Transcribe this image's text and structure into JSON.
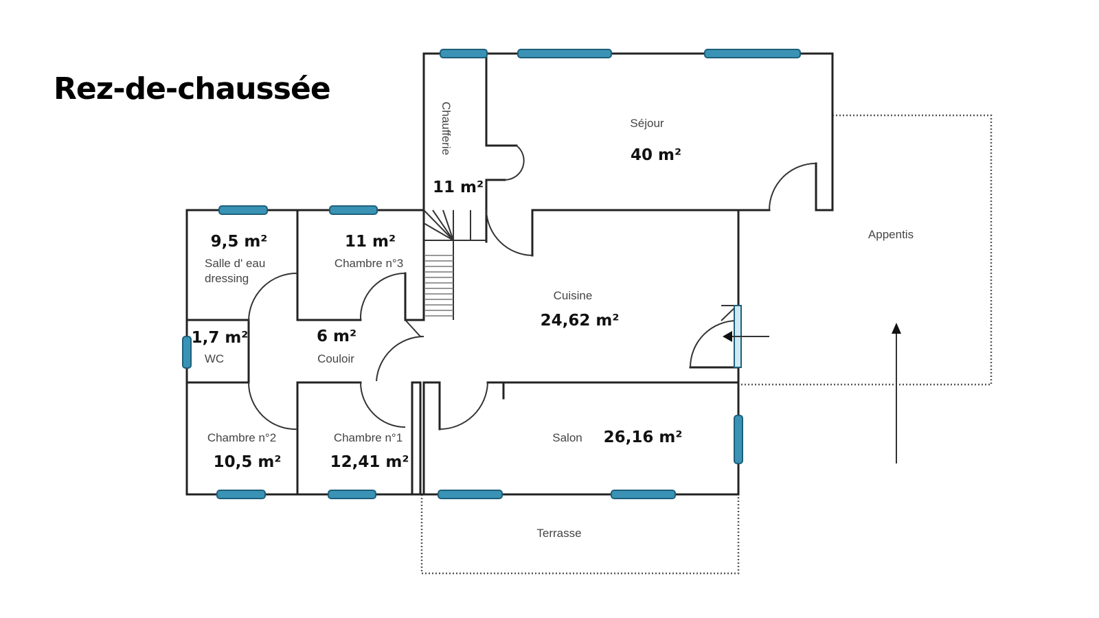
{
  "title": "Rez-de-chaussée",
  "rooms": {
    "sejour": {
      "name": "Séjour",
      "area": "40 m²"
    },
    "chaufferie": {
      "name": "Chaufferie",
      "area": "11 m²"
    },
    "salle_eau": {
      "name_line1": "Salle d' eau",
      "name_line2": "dressing",
      "area": "9,5 m²"
    },
    "chambre3": {
      "name": "Chambre n°3",
      "area": "11 m²"
    },
    "wc": {
      "name": "WC",
      "area": "1,7 m²"
    },
    "couloir": {
      "name": "Couloir",
      "area": "6 m²"
    },
    "cuisine": {
      "name": "Cuisine",
      "area": "24,62 m²"
    },
    "chambre2": {
      "name": "Chambre n°2",
      "area": "10,5 m²"
    },
    "chambre1": {
      "name": "Chambre n°1",
      "area": "12,41 m²"
    },
    "salon": {
      "name": "Salon",
      "area": "26,16 m²"
    },
    "terrasse": {
      "name": "Terrasse"
    },
    "appentis": {
      "name": "Appentis"
    }
  },
  "colors": {
    "window": "#3a93b5",
    "wall": "#222222"
  }
}
